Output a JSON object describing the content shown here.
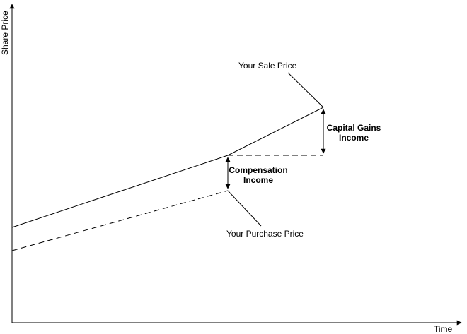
{
  "axes": {
    "y_label": "Share Price",
    "x_label": "Time"
  },
  "annotations": {
    "sale_price": "Your Sale Price",
    "purchase_price": "Your Purchase Price",
    "capital_gains": [
      "Capital Gains",
      "Income"
    ],
    "compensation": [
      "Compensation",
      "Income"
    ]
  },
  "colors": {
    "line": "#000000",
    "background": "#ffffff"
  }
}
